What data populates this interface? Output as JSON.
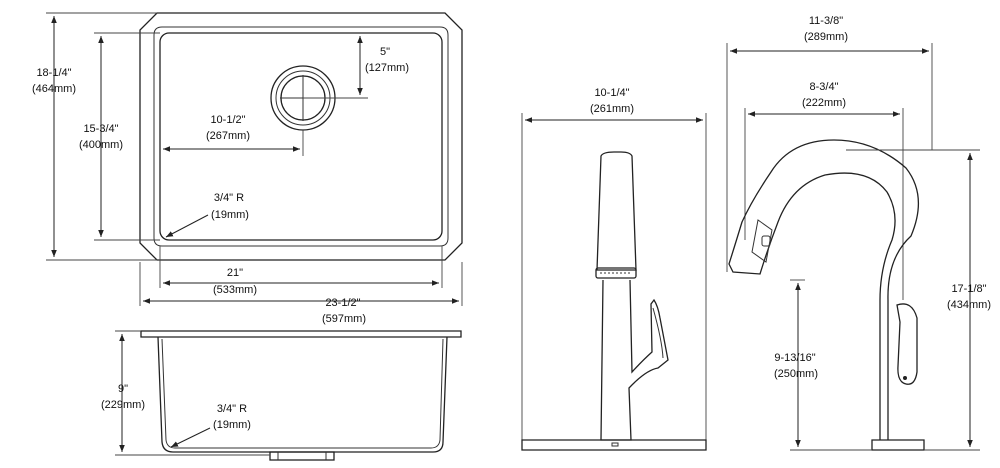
{
  "sink_top": {
    "overall_depth": {
      "a": "18-1/4\"",
      "b": "(464mm)"
    },
    "bowl_depth": {
      "a": "15-3/4\"",
      "b": "(400mm)"
    },
    "drain_offset": {
      "a": "5\"",
      "b": "(127mm)"
    },
    "drain_center": {
      "a": "10-1/2\"",
      "b": "(267mm)"
    },
    "corner_radius": {
      "a": "3/4\" R",
      "b": "(19mm)"
    },
    "bowl_width": {
      "a": "21\"",
      "b": "(533mm)"
    },
    "overall_width": {
      "a": "23-1/2\"",
      "b": "(597mm)"
    }
  },
  "sink_side": {
    "bowl_height": {
      "a": "9\"",
      "b": "(229mm)"
    },
    "corner_radius": {
      "a": "3/4\" R",
      "b": "(19mm)"
    }
  },
  "faucet_front": {
    "base_width": {
      "a": "10-1/4\"",
      "b": "(261mm)"
    }
  },
  "faucet_side": {
    "overall_reach": {
      "a": "11-3/8\"",
      "b": "(289mm)"
    },
    "spout_reach": {
      "a": "8-3/4\"",
      "b": "(222mm)"
    },
    "overall_height": {
      "a": "17-1/8\"",
      "b": "(434mm)"
    },
    "spout_height": {
      "a": "9-13/16\"",
      "b": "(250mm)"
    }
  }
}
